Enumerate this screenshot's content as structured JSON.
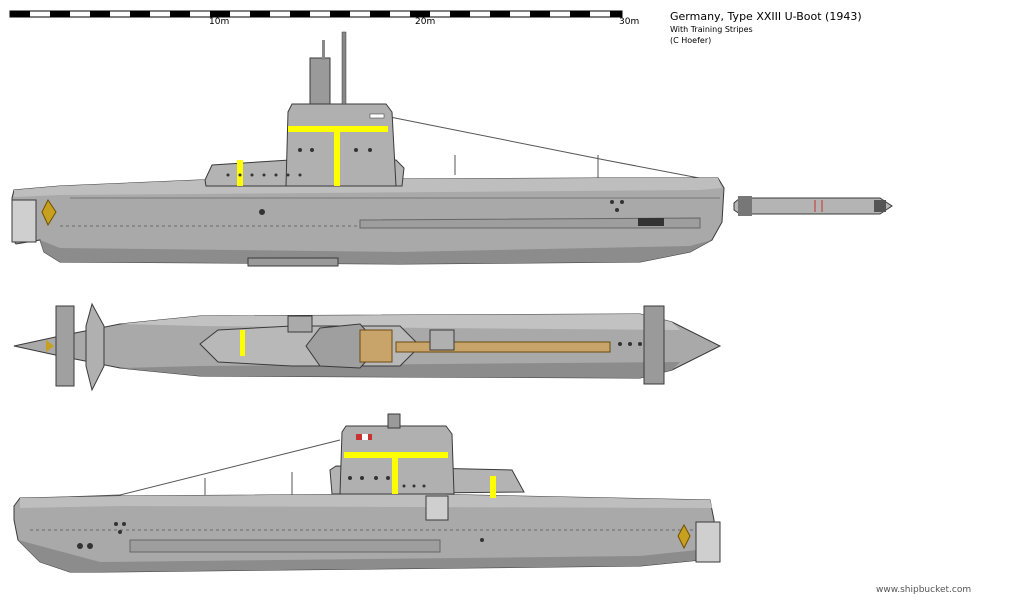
{
  "scale": {
    "labels": [
      "10m",
      "20m",
      "30m"
    ]
  },
  "title": {
    "main": "Germany, Type XXIII U-Boot (1943)",
    "line1": "With Training Stripes",
    "line2": "(C Hoefer)"
  },
  "credit": "www.shipbucket.com",
  "colors": {
    "hull": "#a9a9a9",
    "hull_light": "#bebebe",
    "hull_dark": "#8c8c8c",
    "outline": "#3a3a3a",
    "stripe": "#ffff00",
    "deck_wood": "#c8a46a",
    "propeller": "#c8a020",
    "flag_red": "#c83232"
  }
}
